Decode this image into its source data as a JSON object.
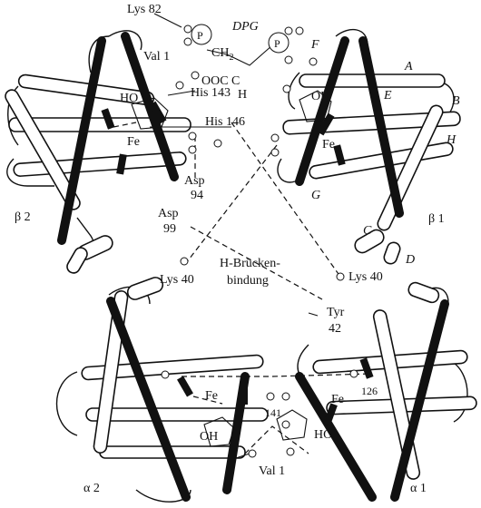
{
  "labels": {
    "lys82": "Lys 82",
    "dpg": "DPG",
    "p1": "P",
    "p2": "P",
    "ch2": "CH",
    "ch2_sub": "2",
    "val1_top": "Val 1",
    "oocc": "OOC",
    "c_atom": "C",
    "h_atom": "H",
    "ho_left": "HO",
    "his143": "His 143",
    "his146": "His 146",
    "fe_b2": "Fe",
    "fe_b1": "Fe",
    "oh_b1": "OH",
    "asp94_1": "Asp",
    "asp94_2": "94",
    "asp99_1": "Asp",
    "asp99_2": "99",
    "beta2": "β 2",
    "beta1": "β 1",
    "helix_a": "A",
    "helix_b": "B",
    "helix_c": "C",
    "helix_d": "D",
    "helix_e": "E",
    "helix_f": "F",
    "helix_g": "G",
    "helix_h": "H",
    "lys40_left": "Lys 40",
    "hbond_1": "H-Brücken-",
    "hbond_2": "bindung",
    "lys40_right": "Lys 40",
    "tyr_1": "Tyr",
    "tyr_2": "42",
    "fe_a2": "Fe",
    "fe_a1": "Fe",
    "oh_a2": "OH",
    "ho_a1": "HO",
    "num141": "141",
    "num126": "126",
    "val1_bottom": "Val 1",
    "alpha2": "α 2",
    "alpha1": "α 1"
  }
}
